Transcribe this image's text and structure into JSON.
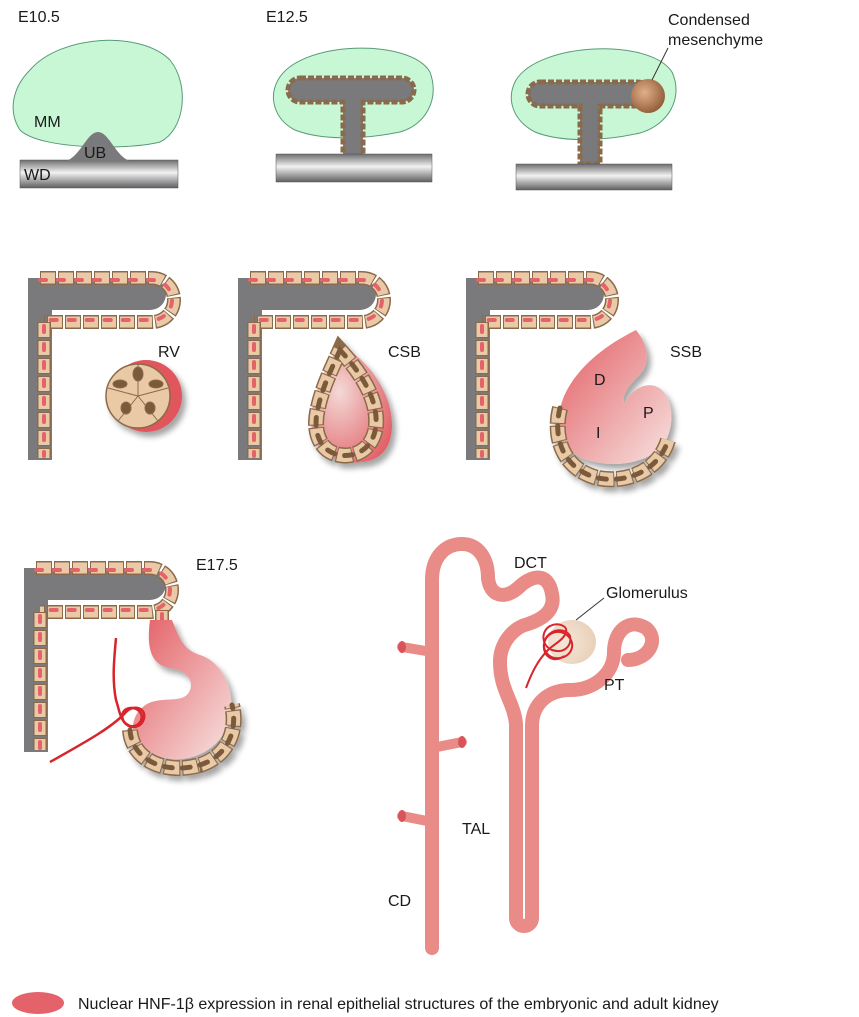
{
  "stages": {
    "e105": "E10.5",
    "e125": "E12.5",
    "e175": "E17.5"
  },
  "labels": {
    "mm": "MM",
    "ub": "UB",
    "wd": "WD",
    "condensed_line1": "Condensed",
    "condensed_line2": "mesenchyme",
    "rv": "RV",
    "csb": "CSB",
    "ssb": "SSB",
    "d": "D",
    "p": "P",
    "i": "I",
    "dct": "DCT",
    "glomerulus": "Glomerulus",
    "pt": "PT",
    "tal": "TAL",
    "cd": "CD"
  },
  "legend": {
    "text": "Nuclear HNF-1β expression in renal epithelial structures of the embryonic and adult kidney",
    "swatch_icon": "red-nucleus-oval-icon"
  },
  "colors": {
    "mesenchyme": "#c8f7d6",
    "duct_gray": "#7a7a7c",
    "cell": "#e9c9a6",
    "cell_outline": "#8a6a4a",
    "nucleus": "#e4636a",
    "nephron": "#e98b86",
    "glom_red": "#d8242b"
  }
}
